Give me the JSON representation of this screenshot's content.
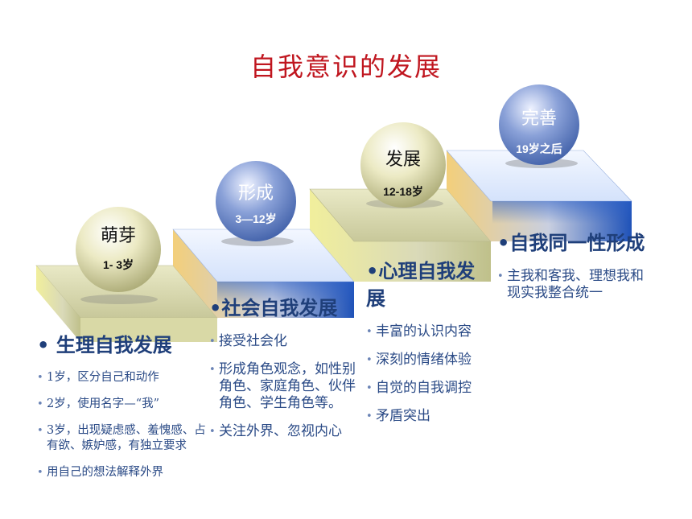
{
  "title": "自我意识的发展",
  "stages": [
    {
      "name": "萌芽",
      "age": "1- 3岁",
      "age_color": "#111111",
      "sphere_color": "#f4f1d6",
      "heading": "• 生理自我发展",
      "items": [
        "1岁，区分自己和动作",
        "2岁，使用名字—“我”",
        "3岁，出现疑虑感、羞愧感、占有欲、嫉妒感，有独立要求",
        "用自己的想法解释外界"
      ]
    },
    {
      "name": "形成",
      "age": "3—12岁",
      "age_color": "#ffffff",
      "sphere_color": "#8aa3d8",
      "heading": "•社会自我发展",
      "items": [
        "接受社会化",
        "形成角色观念，如性别角色、家庭角色、伙伴角色、学生角色等。",
        "关注外界、忽视内心"
      ]
    },
    {
      "name": "发展",
      "age": "12-18岁",
      "age_color": "#111111",
      "sphere_color": "#d8d89a",
      "heading": "•心理自我发展",
      "items": [
        "丰富的认识内容",
        "深刻的情绪体验",
        "自觉的自我调控",
        "矛盾突出"
      ]
    },
    {
      "name": "完善",
      "age": "19岁之后",
      "age_color": "#ffffff",
      "sphere_color": "#8aa3d8",
      "heading": "•自我同一性形成",
      "items": [
        "主我和客我、理想我和现实我整合统一"
      ]
    }
  ]
}
